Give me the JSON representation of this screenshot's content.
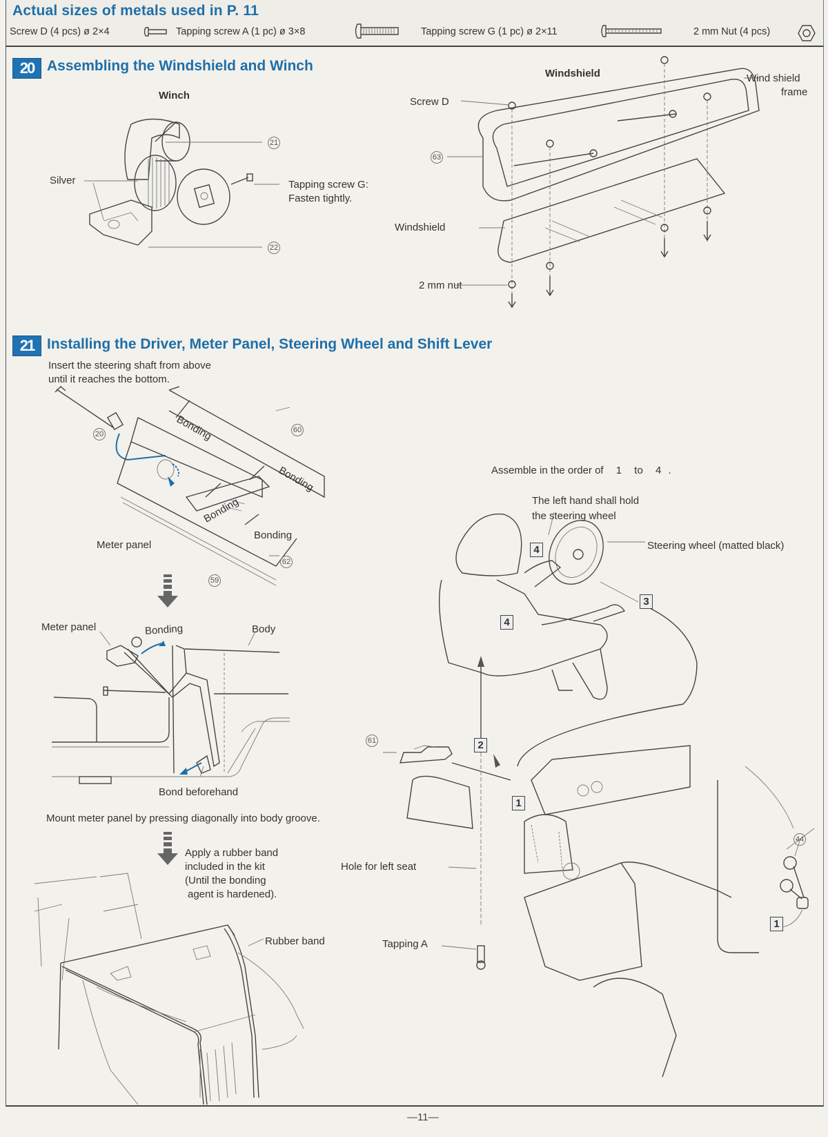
{
  "header": {
    "title": "Actual sizes of metals used in P. 11",
    "metals": [
      {
        "name": "Screw D (4 pcs)",
        "size": "ø 2×4",
        "icon": "screw-icon"
      },
      {
        "name": "Tapping screw A (1 pc)",
        "size": "ø 3×8",
        "icon": "tapping-screw-icon"
      },
      {
        "name": "Tapping screw G (1 pc)",
        "size": "ø 2×11",
        "icon": "long-tapping-screw-icon"
      },
      {
        "name": "2 mm Nut (4 pcs)",
        "size": "",
        "icon": "hex-nut-icon"
      }
    ]
  },
  "step20": {
    "number": "20",
    "title": "Assembling the Windshield and Winch",
    "winch": {
      "heading": "Winch",
      "labels": {
        "silver": "Silver",
        "tapping_screw_g": "Tapping screw G:",
        "fasten": "Fasten tightly.",
        "part21": "21",
        "part22": "22"
      }
    },
    "windshield": {
      "heading": "Windshield",
      "labels": {
        "screw_d": "Screw D",
        "frame_line1": "Wind shield",
        "frame_line2": "frame",
        "part63": "63",
        "windshield": "Windshield",
        "nut": "2 mm nut"
      }
    }
  },
  "step21": {
    "number": "21",
    "title": "Installing the Driver, Meter Panel, Steering Wheel and Shift Lever",
    "instruction_line1": "Insert the steering shaft from above",
    "instruction_line2": "until it reaches the bottom.",
    "meter_panel_diagram": {
      "bonding": "Bonding",
      "meter_panel": "Meter panel",
      "part20": "20",
      "part60": "60",
      "part59": "59",
      "part62": "62"
    },
    "section_diagram": {
      "meter_panel": "Meter panel",
      "bonding": "Bonding",
      "body": "Body",
      "bond_beforehand": "Bond beforehand"
    },
    "mount_note": "Mount meter panel by pressing diagonally into body groove.",
    "rubber_band_note": [
      "Apply a rubber band",
      "included in the kit",
      "(Until the bonding",
      "agent is hardened)."
    ],
    "rubber_band_label": "Rubber band",
    "order_note": {
      "prefix": "Assemble in the order of",
      "from": "1",
      "to_word": "to",
      "to": "4",
      "suffix": "."
    },
    "driver_diagram": {
      "left_hand_line1": "The left hand shall hold",
      "left_hand_line2": "the steering wheel",
      "steering_wheel": "Steering wheel (matted black)",
      "hole_left_seat": "Hole for left seat",
      "tapping_a": "Tapping A",
      "part61": "61",
      "part44": "44",
      "steps": [
        "1",
        "1",
        "2",
        "3",
        "4",
        "4"
      ]
    }
  },
  "footer": {
    "page": "—11—"
  },
  "colors": {
    "accent": "#1e6fa8",
    "paper": "#f3f1ec",
    "ink": "#2a2a2a"
  }
}
